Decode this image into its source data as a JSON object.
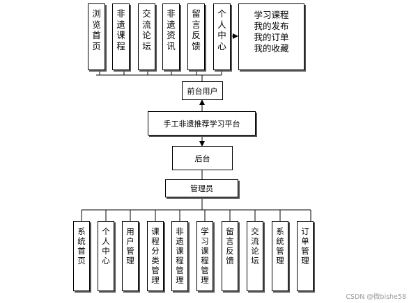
{
  "frontend": {
    "modules": [
      "浏览首页",
      "非遗课程",
      "交流论坛",
      "非遗资讯",
      "留言反馈",
      "个人中心"
    ],
    "personal_center_items": [
      "学习课程",
      "我的发布",
      "我的订单",
      "我的收藏"
    ],
    "label": "前台用户"
  },
  "platform": {
    "name": "手工非遗推荐学习平台"
  },
  "backend": {
    "label": "后台",
    "role": "管理员",
    "modules": [
      "系统首页",
      "个人中心",
      "用户管理",
      "课程分类管理",
      "非遗课程管理",
      "学习课程管理",
      "留言反馈",
      "交流论坛",
      "系统管理",
      "订单管理"
    ]
  },
  "watermark": "CSDN @微bishe58"
}
